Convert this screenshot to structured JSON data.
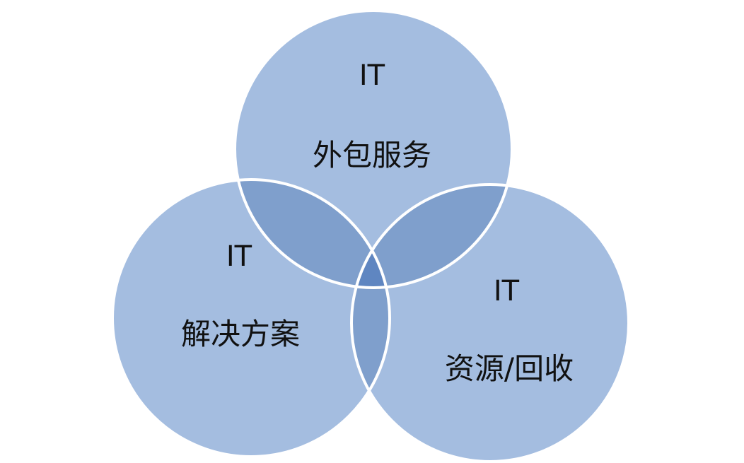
{
  "diagram": {
    "type": "venn",
    "colors": {
      "circle_fill": "#a4bde0",
      "overlap_two": "#7f9fcc",
      "overlap_three": "#5f86c1",
      "circle_stroke": "#ffffff"
    },
    "circles": [
      {
        "id": "top",
        "label_line1": "IT",
        "label_line2": "外包服务"
      },
      {
        "id": "left",
        "label_line1": "IT",
        "label_line2": "解决方案"
      },
      {
        "id": "right",
        "label_line1": "IT",
        "label_line2": "资源/回收"
      }
    ]
  }
}
